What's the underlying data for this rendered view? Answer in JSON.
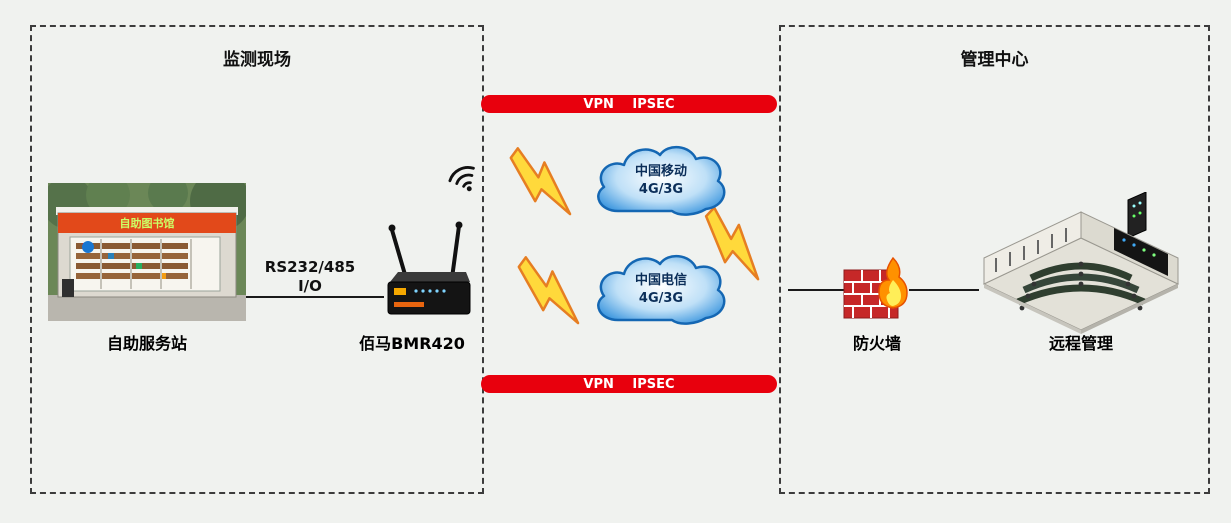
{
  "diagram": {
    "left_zone": {
      "title": "监测现场",
      "station": {
        "label": "自助服务站",
        "banner_text": "自助图书馆"
      },
      "router": {
        "label": "佰马BMR420"
      },
      "serial_link": {
        "line1": "RS232/485",
        "line2": "I/O"
      }
    },
    "network": {
      "vpn_top_label": "VPN IPSEC",
      "vpn_bottom_label": "VPN IPSEC",
      "clouds": [
        {
          "name": "中国移动",
          "tech": "4G/3G"
        },
        {
          "name": "中国电信",
          "tech": "4G/3G"
        }
      ]
    },
    "right_zone": {
      "title": "管理中心",
      "firewall_label": "防火墙",
      "management_label": "远程管理"
    },
    "colors": {
      "vpn_bar": "#e8000d",
      "cloud_edge": "#1467b3",
      "bolt_fill": "#ffd93b",
      "bolt_stroke": "#e67e22",
      "flame_orange": "#ff9100",
      "brick_red": "#c62828"
    }
  }
}
